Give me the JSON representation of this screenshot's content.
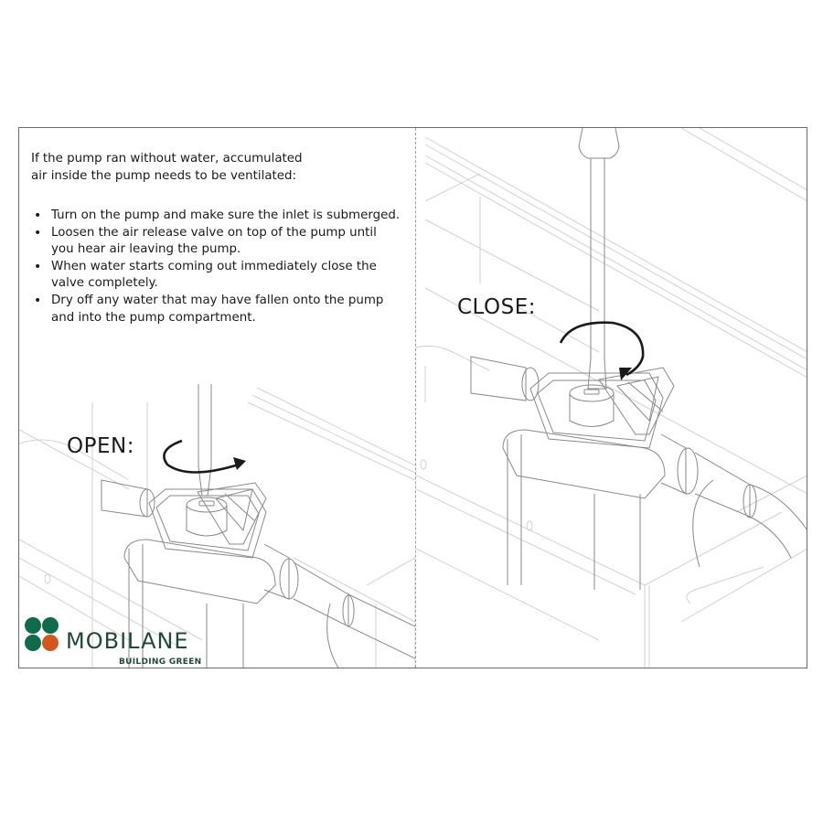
{
  "document": {
    "intro": "If the pump ran without water, accumulated air inside the pump needs to be ventilated:",
    "intro_lines": [
      "If the pump ran without water, accumulated",
      "air inside the pump needs to be ventilated:"
    ],
    "steps": [
      "Turn on the pump and make sure the inlet is submerged.",
      "Loosen the air release valve on top of the pump until you hear air leaving the pump.",
      "When water starts coming out immediately close the valve completely.",
      "Dry off any water that may have fallen onto the pump and into the pump compartment."
    ]
  },
  "illustrations": {
    "open_label": "OPEN:",
    "close_label": "CLOSE:",
    "open_icon": "counterclockwise-arrow-icon",
    "close_icon": "clockwise-arrow-icon"
  },
  "logo": {
    "name": "MOBILANE",
    "tagline": "BUILDING GREEN",
    "colors": {
      "green": "#0f6b4a",
      "orange": "#d4561c",
      "text": "#1f4a37"
    }
  },
  "colors": {
    "frame_border": "#6a6a6a",
    "line_art": "#8a8a8a",
    "line_art_light": "#cfcfcf",
    "text": "#1a1a1a"
  }
}
